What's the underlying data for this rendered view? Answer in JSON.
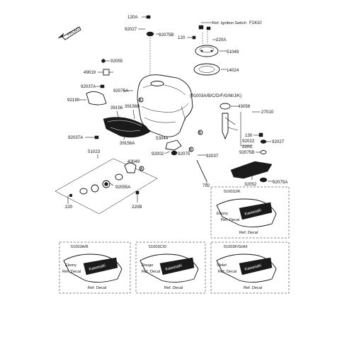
{
  "figure_id": "F2410",
  "front_label": "FRONT",
  "tank_label": "(51003A/B/C/D/F/G/M/J/K)",
  "parts": {
    "p120A": "120A",
    "p92027_top": "92027",
    "p92075B_top": "92075B",
    "p120": "120",
    "ref_ignition": "Ref. Ignition Switch",
    "p220A": "220A",
    "p51049": "51049",
    "p14024": "14024",
    "p92055": "92055",
    "p49019": "49019",
    "p92037A_top": "92037A",
    "p92075A": "92075A",
    "p92190": "92190",
    "p39156": "39156",
    "p39156B": "39156B",
    "p43058": "43058",
    "p27010": "27010",
    "p53044": "53044",
    "p92037A_left": "92037A",
    "p39156A": "39156A",
    "p130": "130",
    "p92022": "92022",
    "p92027_right": "92027",
    "p220C": "220C",
    "p92075B_right": "92075B",
    "p51023": "51023",
    "p43049": "43049",
    "p92002": "92002",
    "p92075": "92075",
    "p92037": "92037",
    "p92055A": "92055A",
    "p702": "702",
    "p32052": "32052",
    "p92075A_right": "92075A",
    "p220": "220",
    "p220B": "220B",
    "markA_1": "A",
    "markA_2": "A",
    "markB_1": "B",
    "markB_2": "B"
  },
  "insets": [
    {
      "code": "51003J/K",
      "color": "Ebony",
      "brand": "Kawasaki",
      "decal1": "Ref. Decal",
      "decal2": "Ref. Decal"
    },
    {
      "code": "51003A/B",
      "color": "Ebony",
      "brand": "Kawasaki",
      "decal1": "Ref. Decal",
      "decal2": "Ref. Decal"
    },
    {
      "code": "51003C/D",
      "color": "Rouge",
      "brand": "Kawasaki",
      "decal1": "Ref. Decal",
      "decal2": "Ref. Decal"
    },
    {
      "code": "51003F/G/H/I",
      "color": "Violet",
      "brand": "Kawasaki",
      "decal1": "Ref. Decal",
      "decal2": "Ref. Decal"
    }
  ]
}
